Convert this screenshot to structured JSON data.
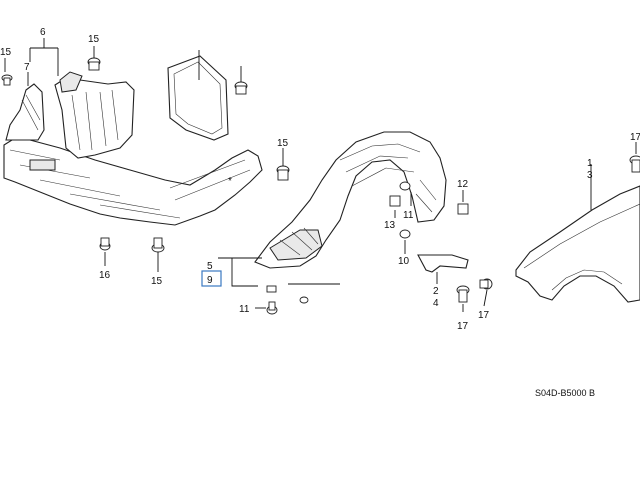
{
  "diagram": {
    "labels": {
      "l15a": "15",
      "l6": "6",
      "l7": "7",
      "l15b": "15",
      "l15c": "15",
      "l16": "16",
      "l15d": "15",
      "l5": "5",
      "l9": "9",
      "l11a": "11",
      "l13": "13",
      "l11b": "11",
      "l12": "12",
      "l10": "10",
      "l2": "2",
      "l4": "4",
      "l17a": "17",
      "l17b": "17",
      "l17c": "17",
      "l1": "1",
      "l3": "3",
      "star": "*"
    },
    "code": "S04D-B5000 B",
    "highlight_color": "#3a78c2"
  }
}
